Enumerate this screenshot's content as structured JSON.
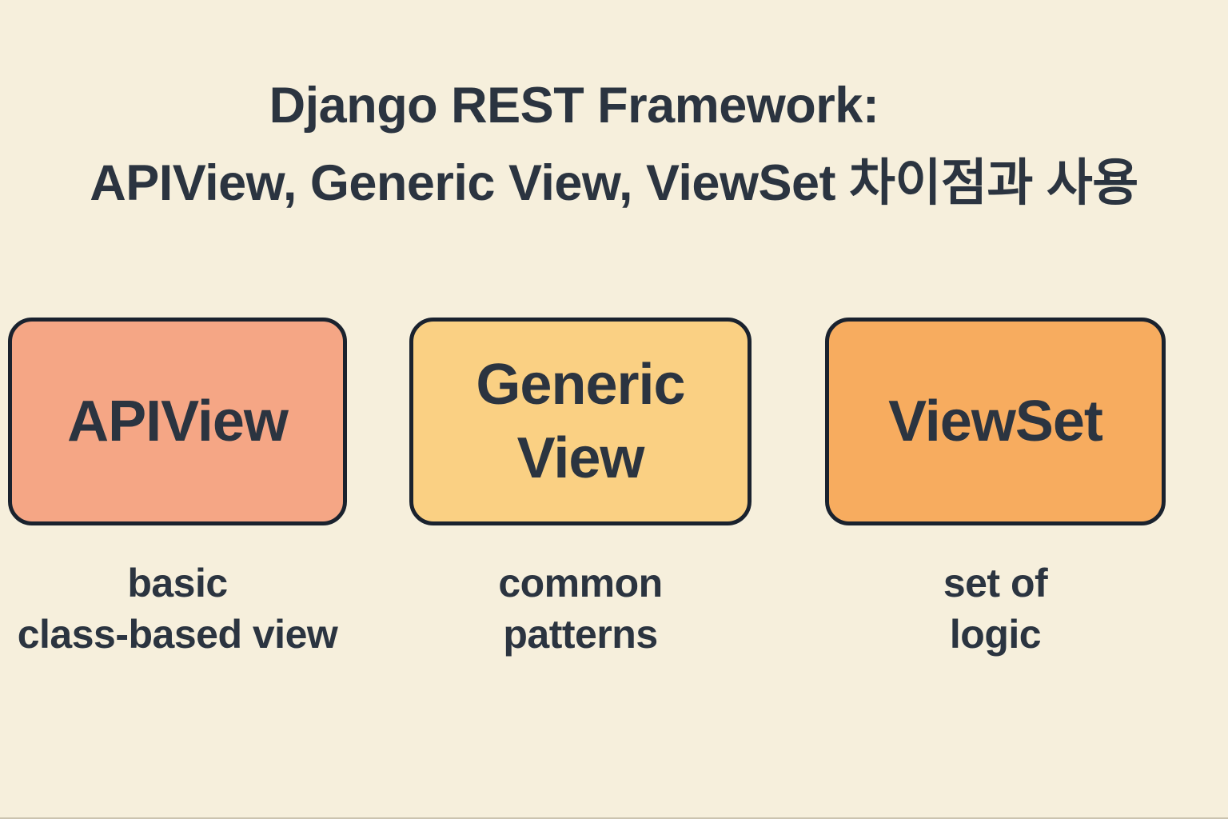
{
  "title": {
    "line1": "Django REST Framework:",
    "line2": "APIView, Generic View, ViewSet 차이점과 사용"
  },
  "cards": [
    {
      "label": "APIView",
      "caption_line1": "basic",
      "caption_line2": "class-based view",
      "fill": "#F5A685"
    },
    {
      "label": "Generic View",
      "caption_line1": "common",
      "caption_line2": "patterns",
      "fill": "#FAD083"
    },
    {
      "label": "ViewSet",
      "caption_line1": "set of",
      "caption_line2": "logic",
      "fill": "#F7AC5F"
    }
  ],
  "colors": {
    "background": "#F6EFDC",
    "text": "#2B3440",
    "card_border": "#1A222E",
    "apiview_fill": "#F5A685",
    "generic_view_fill": "#FAD083",
    "viewset_fill": "#F7AC5F"
  }
}
